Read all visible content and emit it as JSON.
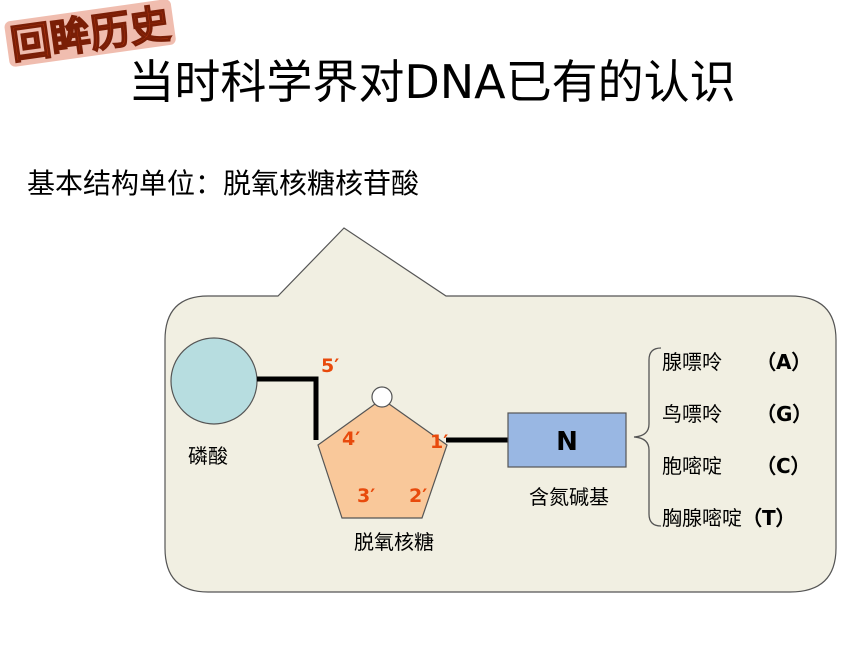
{
  "badge": {
    "text": "回眸历史"
  },
  "title": "当时科学界对DNA已有的认识",
  "subtitle": "基本结构单位：脱氧核糖核苷酸",
  "diagram": {
    "phosphate_label": "磷酸",
    "sugar_label": "脱氧核糖",
    "base_label": "含氮碱基",
    "base_symbol": "N",
    "carbon_labels": {
      "c5": "5′",
      "c4": "4′",
      "c3": "3′",
      "c2": "2′",
      "c1": "1′"
    },
    "bases": [
      {
        "name": "腺嘌呤",
        "code": "（A）"
      },
      {
        "name": "鸟嘌呤",
        "code": "（G）"
      },
      {
        "name": "胞嘧啶",
        "code": "（C）"
      },
      {
        "name": "胸腺嘧啶",
        "code": "（T）"
      }
    ]
  },
  "colors": {
    "badge_fill": "#e8501c",
    "badge_text": "#fff3d0",
    "callout_fill": "#f1efe2",
    "phosphate_fill": "#b7dde0",
    "sugar_fill": "#f9c89a",
    "base_fill": "#99b7e3",
    "carbon_label": "#e84a0c"
  }
}
